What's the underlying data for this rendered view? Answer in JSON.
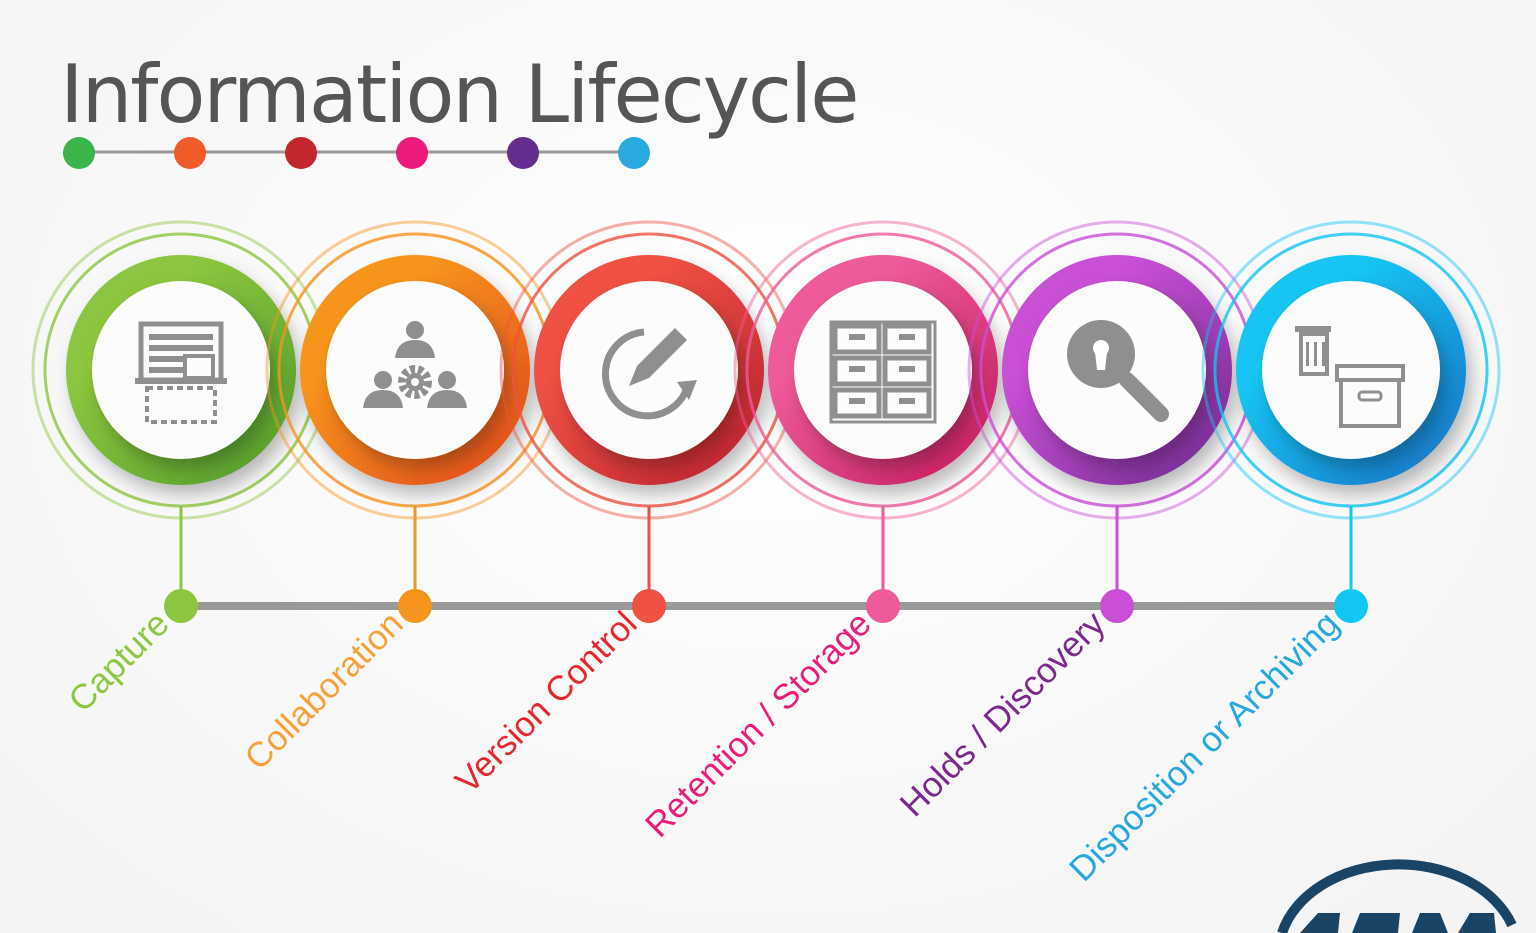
{
  "title": "Information Lifecycle",
  "title_dots": [
    "#39b54a",
    "#f15a29",
    "#c1272d",
    "#ec1b7b",
    "#662d91",
    "#29abe2"
  ],
  "stages": [
    {
      "label": "Capture",
      "icon": "document-scan-icon",
      "color": "#8cc63f",
      "dark": "#4f9a2a",
      "text_color": "#8dc63f"
    },
    {
      "label": "Collaboration",
      "icon": "team-gear-icon",
      "color": "#f7941d",
      "dark": "#e0461f",
      "text_color": "#f6a13a"
    },
    {
      "label": "Version Control",
      "icon": "edit-refresh-icon",
      "color": "#ef5143",
      "dark": "#b81f2f",
      "text_color": "#e8262e"
    },
    {
      "label": "Retention / Storage",
      "icon": "filing-cabinet-icon",
      "color": "#ee5a9a",
      "dark": "#c2185b",
      "text_color": "#ec1c7c"
    },
    {
      "label": "Holds / Discovery",
      "icon": "search-keyhole-icon",
      "color": "#c94fd6",
      "dark": "#6e2a8e",
      "text_color": "#7b2a8c"
    },
    {
      "label": "Disposition or Archiving",
      "icon": "trash-archive-box-icon",
      "color": "#12c5f3",
      "dark": "#1c6fc4",
      "text_color": "#29a8e0"
    }
  ],
  "timeline_color": "#999999",
  "logo": "ARMA"
}
